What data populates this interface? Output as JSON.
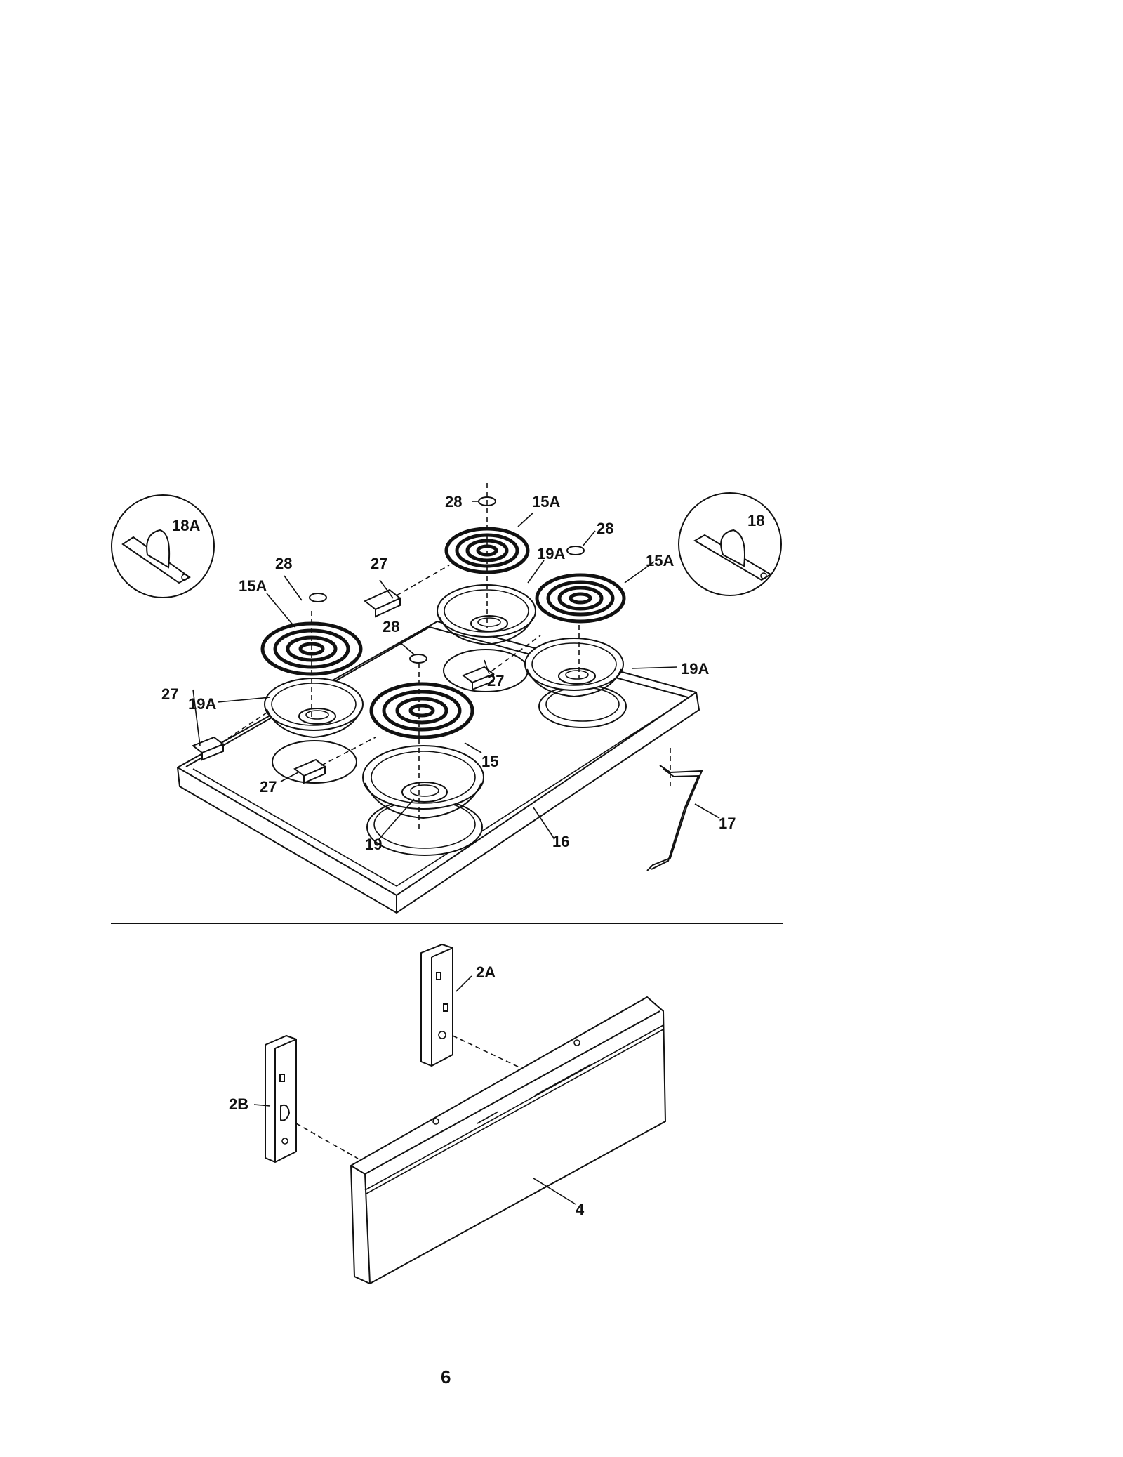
{
  "labels": {
    "part_28": "28",
    "part_27": "27",
    "part_15": "15",
    "part_15A": "15A",
    "part_16": "16",
    "part_17": "17",
    "part_18": "18",
    "part_18A": "18A",
    "part_19": "19",
    "part_19A": "19A",
    "part_2A": "2A",
    "part_2B": "2B",
    "part_4": "4"
  },
  "page_number": "6"
}
